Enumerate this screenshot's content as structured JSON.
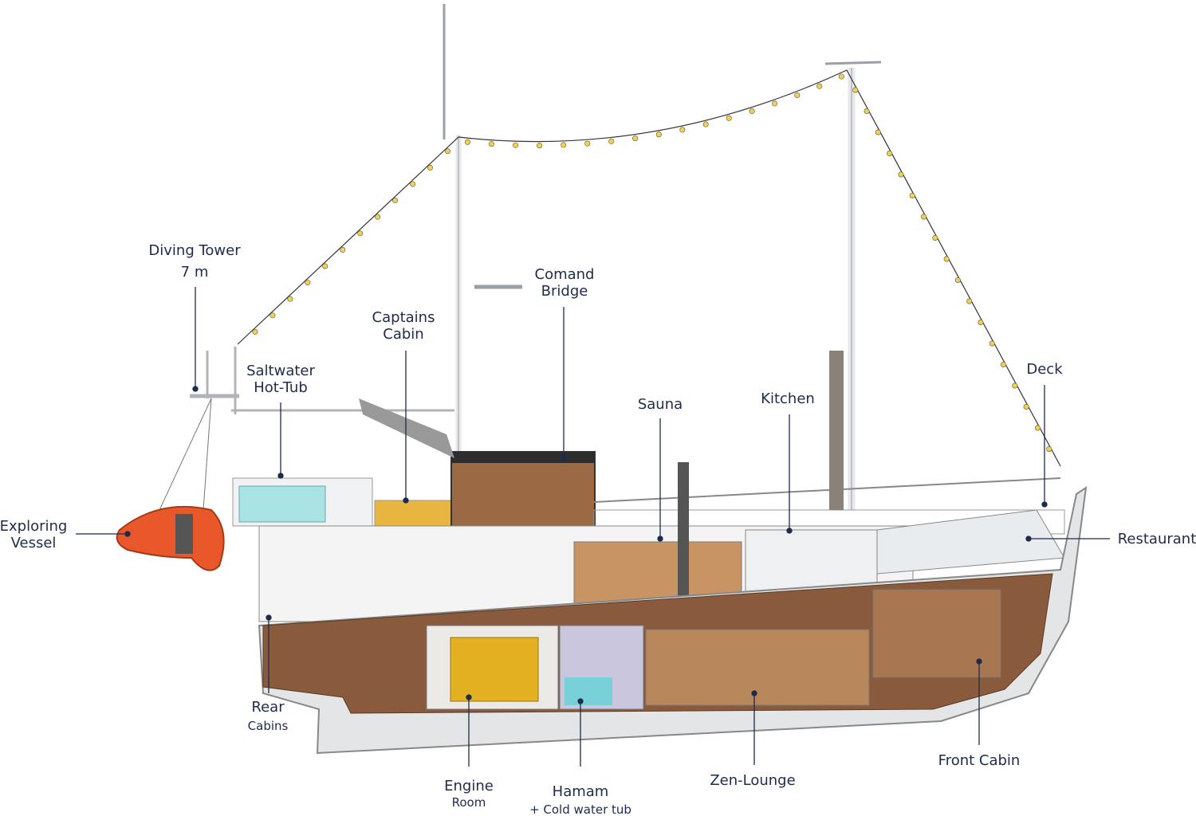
{
  "title": "Ship cutaway diagram",
  "labels": {
    "diving_tower": {
      "line1": "Diving Tower",
      "line2": "7 m"
    },
    "hot_tub": {
      "line1": "Saltwater",
      "line2": "Hot-Tub"
    },
    "captains_cabin": {
      "line1": "Captains",
      "line2": "Cabin"
    },
    "bridge": {
      "line1": "Comand",
      "line2": "Bridge"
    },
    "sauna": {
      "line1": "Sauna"
    },
    "kitchen": {
      "line1": "Kitchen"
    },
    "deck": {
      "line1": "Deck"
    },
    "restaurant": {
      "line1": "Restaurant"
    },
    "exploring_vessel": {
      "line1": "Exploring",
      "line2": "Vessel"
    },
    "rear_cabins": {
      "line1": "Rear",
      "line2": "Cabins"
    },
    "engine_room": {
      "line1": "Engine",
      "line2": "Room"
    },
    "hamam": {
      "line1": "Hamam",
      "line2": "+ Cold water tub"
    },
    "zen_lounge": {
      "line1": "Zen-Lounge"
    },
    "front_cabin": {
      "line1": "Front Cabin"
    }
  },
  "colors": {
    "label": "#1d2b4c",
    "hull_wood": "#8a5a3c",
    "hull_grey": "#d9dcdf",
    "dinghy": "#e8582a",
    "lights": "#f3d24a"
  }
}
